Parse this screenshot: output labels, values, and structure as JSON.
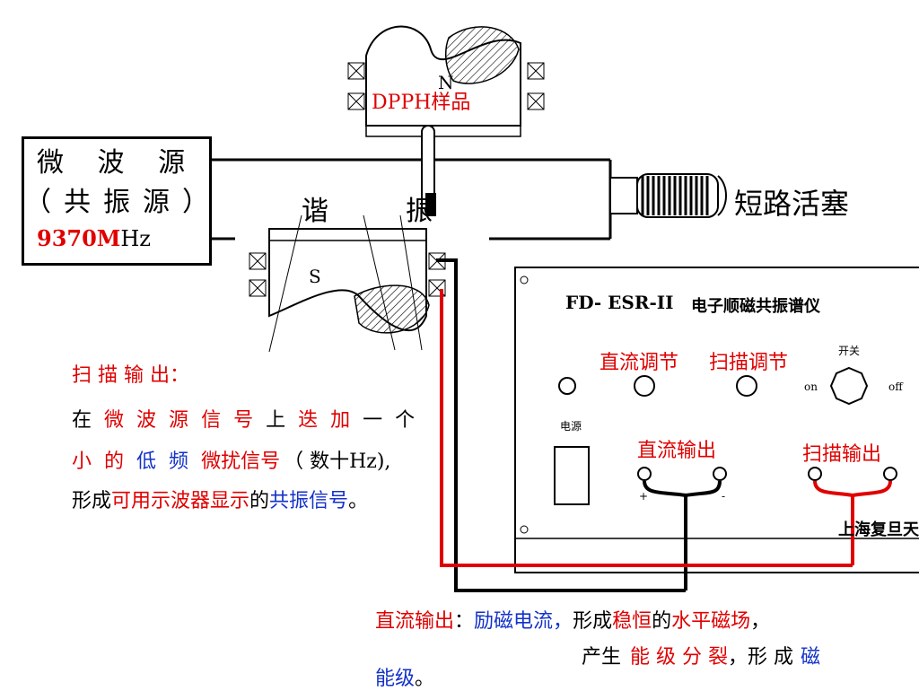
{
  "source_box": {
    "line1": "微  波  源",
    "line2": "（共振源）",
    "freq_red": "9370M",
    "freq_black": "Hz"
  },
  "labels": {
    "sample": "DPPH样品",
    "resonator_left": "谐",
    "resonator_right": "振",
    "short_plunger": "短路活塞",
    "magnet_n": "N",
    "magnet_s": "S"
  },
  "instrument": {
    "model": "FD- ESR-II",
    "name": "电子顺磁共振谱仪",
    "dc_adjust": "直流调节",
    "scan_adjust": "扫描调节",
    "switch": "开关",
    "on": "on",
    "off": "off",
    "power": "电源",
    "dc_output": "直流输出",
    "scan_output": "扫描输出",
    "plus": "+",
    "minus": "-",
    "maker": "上海复旦天"
  },
  "scan_note": {
    "title": "扫 描 输 出：",
    "line1": [
      "在",
      "微",
      "波",
      "源",
      "信",
      "号",
      "上",
      "迭",
      "加",
      "一",
      "个"
    ],
    "line2_red": [
      "小",
      "的"
    ],
    "line2_blue": [
      "低",
      "频"
    ],
    "line2_red2": "微扰信号",
    "line2_black": "（ 数十Hz),",
    "line3_black": "形成",
    "line3_red": "可用示波器显示",
    "line3_black2": "的",
    "line3_blue": "共振信号",
    "line3_end": "。"
  },
  "dc_note": {
    "part1_red": "直流输出",
    "part1_colon": "：",
    "part2_blue": "励磁电流",
    "part2_comma": "，",
    "part3_black": "形成",
    "part3_red": "稳恒",
    "part3_black2": "的",
    "part3_red2": "水平磁场",
    "part3_end": "，",
    "line2_black": "产生",
    "line2_red": "能 级 分 裂",
    "line2_black2": "，形 成",
    "line2_blue": "磁",
    "line3_blue": "能级",
    "line3_end": "。"
  },
  "colors": {
    "red": "#e00000",
    "blue": "#1432c8"
  }
}
